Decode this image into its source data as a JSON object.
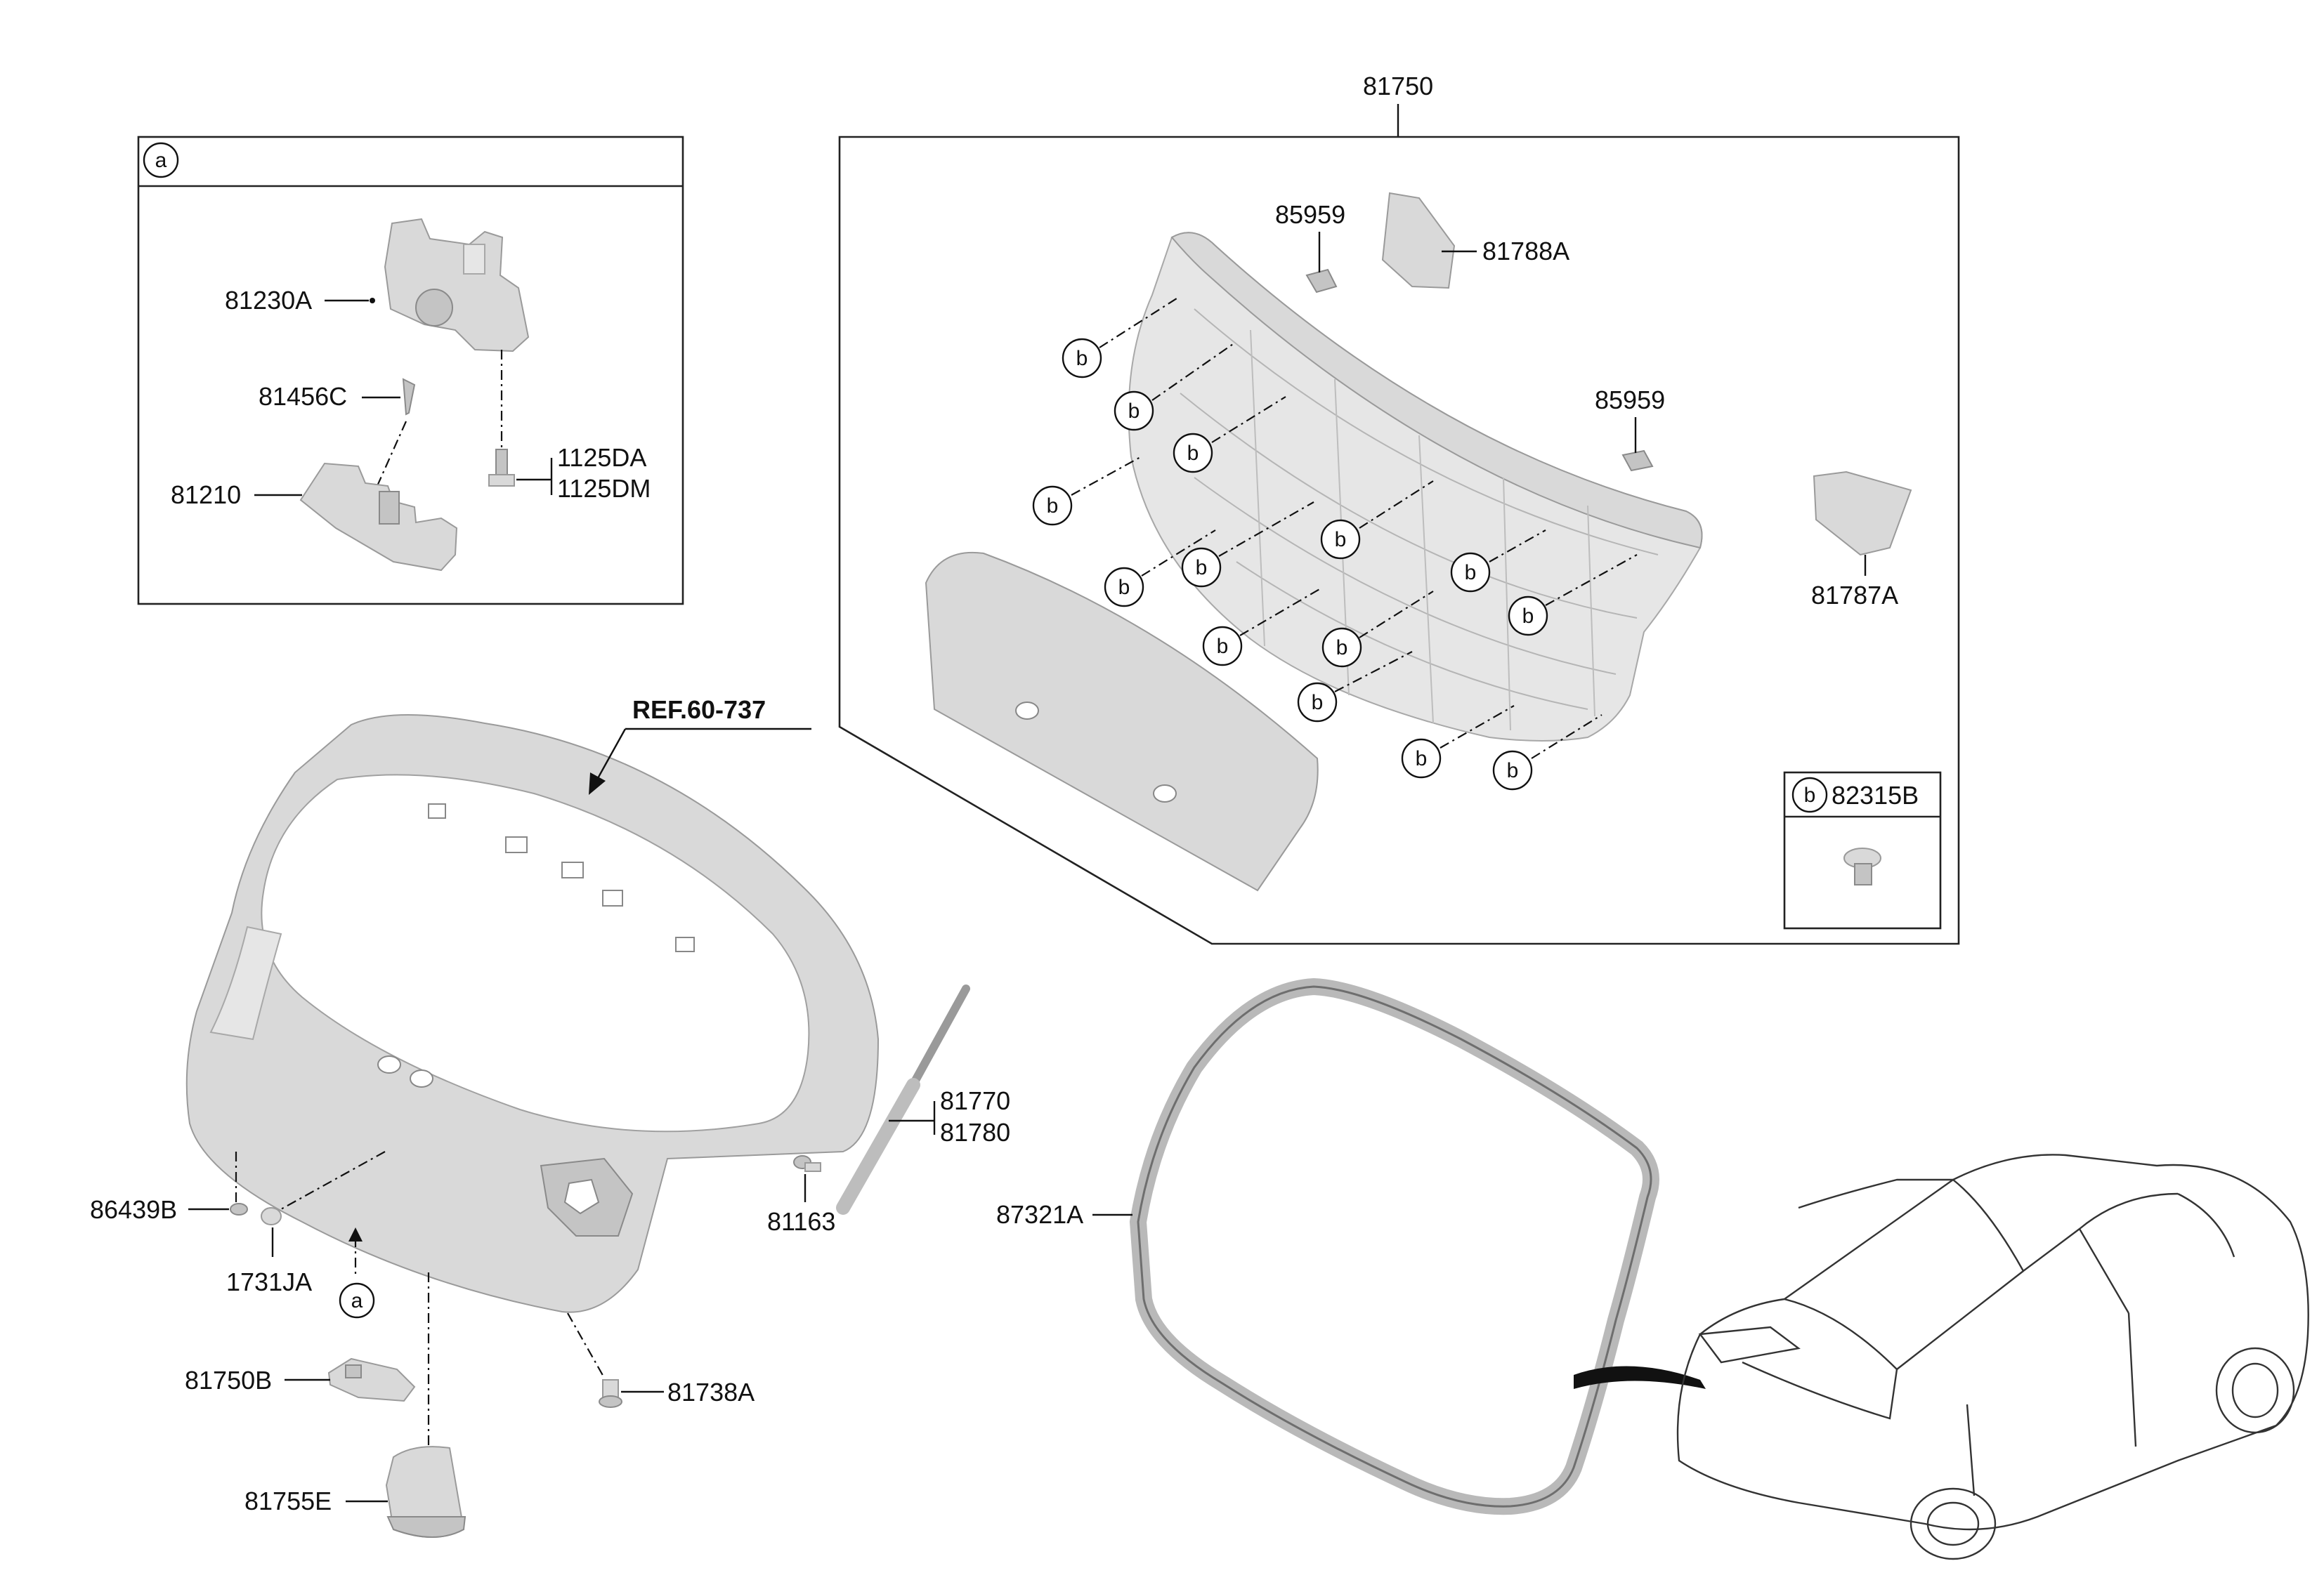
{
  "labels": {
    "p81750": "81750",
    "p85959_top": "85959",
    "p81788A": "81788A",
    "p85959_mid": "85959",
    "p81787A": "81787A",
    "p81230A": "81230A",
    "p81456C": "81456C",
    "p1125DA": "1125DA",
    "p1125DM": "1125DM",
    "p81210": "81210",
    "ref": "REF.60-737",
    "p81770": "81770",
    "p81780": "81780",
    "p81163": "81163",
    "p87321A": "87321A",
    "p86439B": "86439B",
    "p1731JA": "1731JA",
    "p81750B": "81750B",
    "p81738A": "81738A",
    "p81755E": "81755E",
    "p82315B": "82315B"
  },
  "callouts": {
    "a": "a",
    "b": "b"
  },
  "colors": {
    "part_fill": "#d9d9d9",
    "line": "#111111"
  }
}
